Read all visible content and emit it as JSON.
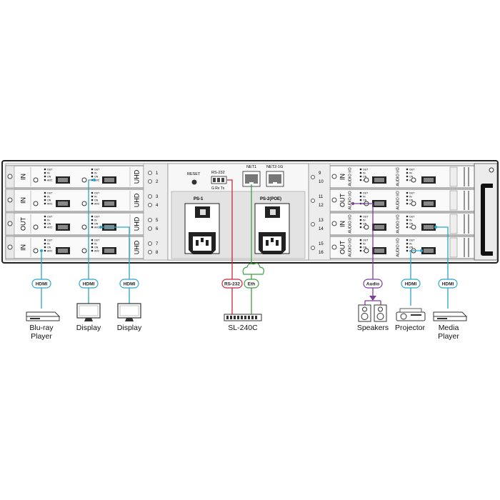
{
  "chassis": {
    "left_cards": [
      {
        "uhd_label": "UHD",
        "io_label": "IN",
        "slot_top": "1",
        "slot_bottom": "2"
      },
      {
        "uhd_label": "UHD",
        "io_label": "IN",
        "slot_top": "3",
        "slot_bottom": "4"
      },
      {
        "uhd_label": "UHD",
        "io_label": "OUT",
        "slot_top": "5",
        "slot_bottom": "6"
      },
      {
        "uhd_label": "UHD",
        "io_label": "IN",
        "slot_top": "7",
        "slot_bottom": "8"
      }
    ],
    "right_cards": [
      {
        "audio_label": "AUDIO I/O",
        "io_label": "IN",
        "slot_top": "9",
        "slot_bottom": "10"
      },
      {
        "audio_label": "AUDIO I/O",
        "io_label": "OUT",
        "slot_top": "11",
        "slot_bottom": "12"
      },
      {
        "audio_label": "AUDIO I/O",
        "io_label": "IN",
        "slot_top": "13",
        "slot_bottom": "14"
      },
      {
        "audio_label": "AUDIO I/O",
        "io_label": "OUT",
        "slot_top": "15",
        "slot_bottom": "16"
      }
    ],
    "led_labels": [
      "OUT",
      "IN",
      "ON",
      "ARC"
    ],
    "center": {
      "reset_label": "RESET",
      "rs232_label": "RS-232",
      "rs232_pins": "G Rx Tx",
      "net1_label": "NET1",
      "net2_label": "NET2-1G",
      "ps1_label": "PS-1",
      "ps2_label": "PS-2(POE)"
    }
  },
  "connections": [
    {
      "tag": "HDMI",
      "device": [
        "Blu-ray",
        "Player"
      ],
      "color": "#2aa6c9"
    },
    {
      "tag": "HDMI",
      "device": [
        "Display"
      ],
      "color": "#2aa6c9"
    },
    {
      "tag": "HDMI",
      "device": [
        "Display"
      ],
      "color": "#2aa6c9"
    },
    {
      "tag": "RS-232",
      "device": [
        "SL-240C"
      ],
      "color": "#c7283c"
    },
    {
      "tag": "Eth",
      "device": [],
      "color": "#3ea043"
    },
    {
      "tag": "Audio",
      "device": [
        "Speakers"
      ],
      "color": "#7b3f97"
    },
    {
      "tag": "HDMI",
      "device": [
        "Projector"
      ],
      "color": "#2aa6c9"
    },
    {
      "tag": "HDMI",
      "device": [
        "Media",
        "Player"
      ],
      "color": "#2aa6c9"
    }
  ]
}
